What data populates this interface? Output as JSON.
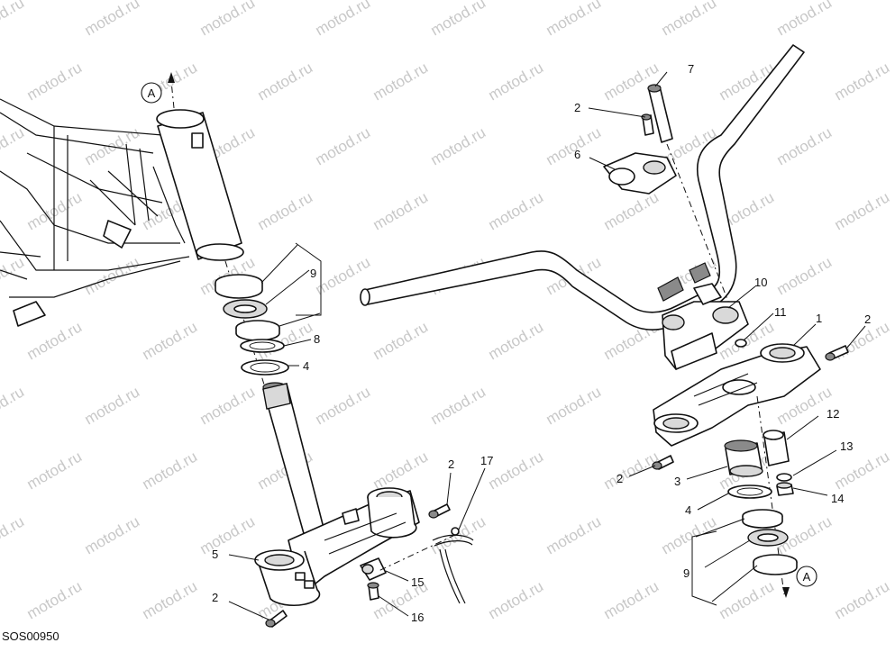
{
  "drawing_code": "SOS00950",
  "watermark_text": "motod.ru",
  "reference_marker": "A",
  "callouts": {
    "c1": "1",
    "c2": "2",
    "c3": "3",
    "c4": "4",
    "c5": "5",
    "c6": "6",
    "c7": "7",
    "c8": "8",
    "c9": "9",
    "c10": "10",
    "c11": "11",
    "c12": "12",
    "c13": "13",
    "c14": "14",
    "c15": "15",
    "c16": "16",
    "c17": "17"
  }
}
